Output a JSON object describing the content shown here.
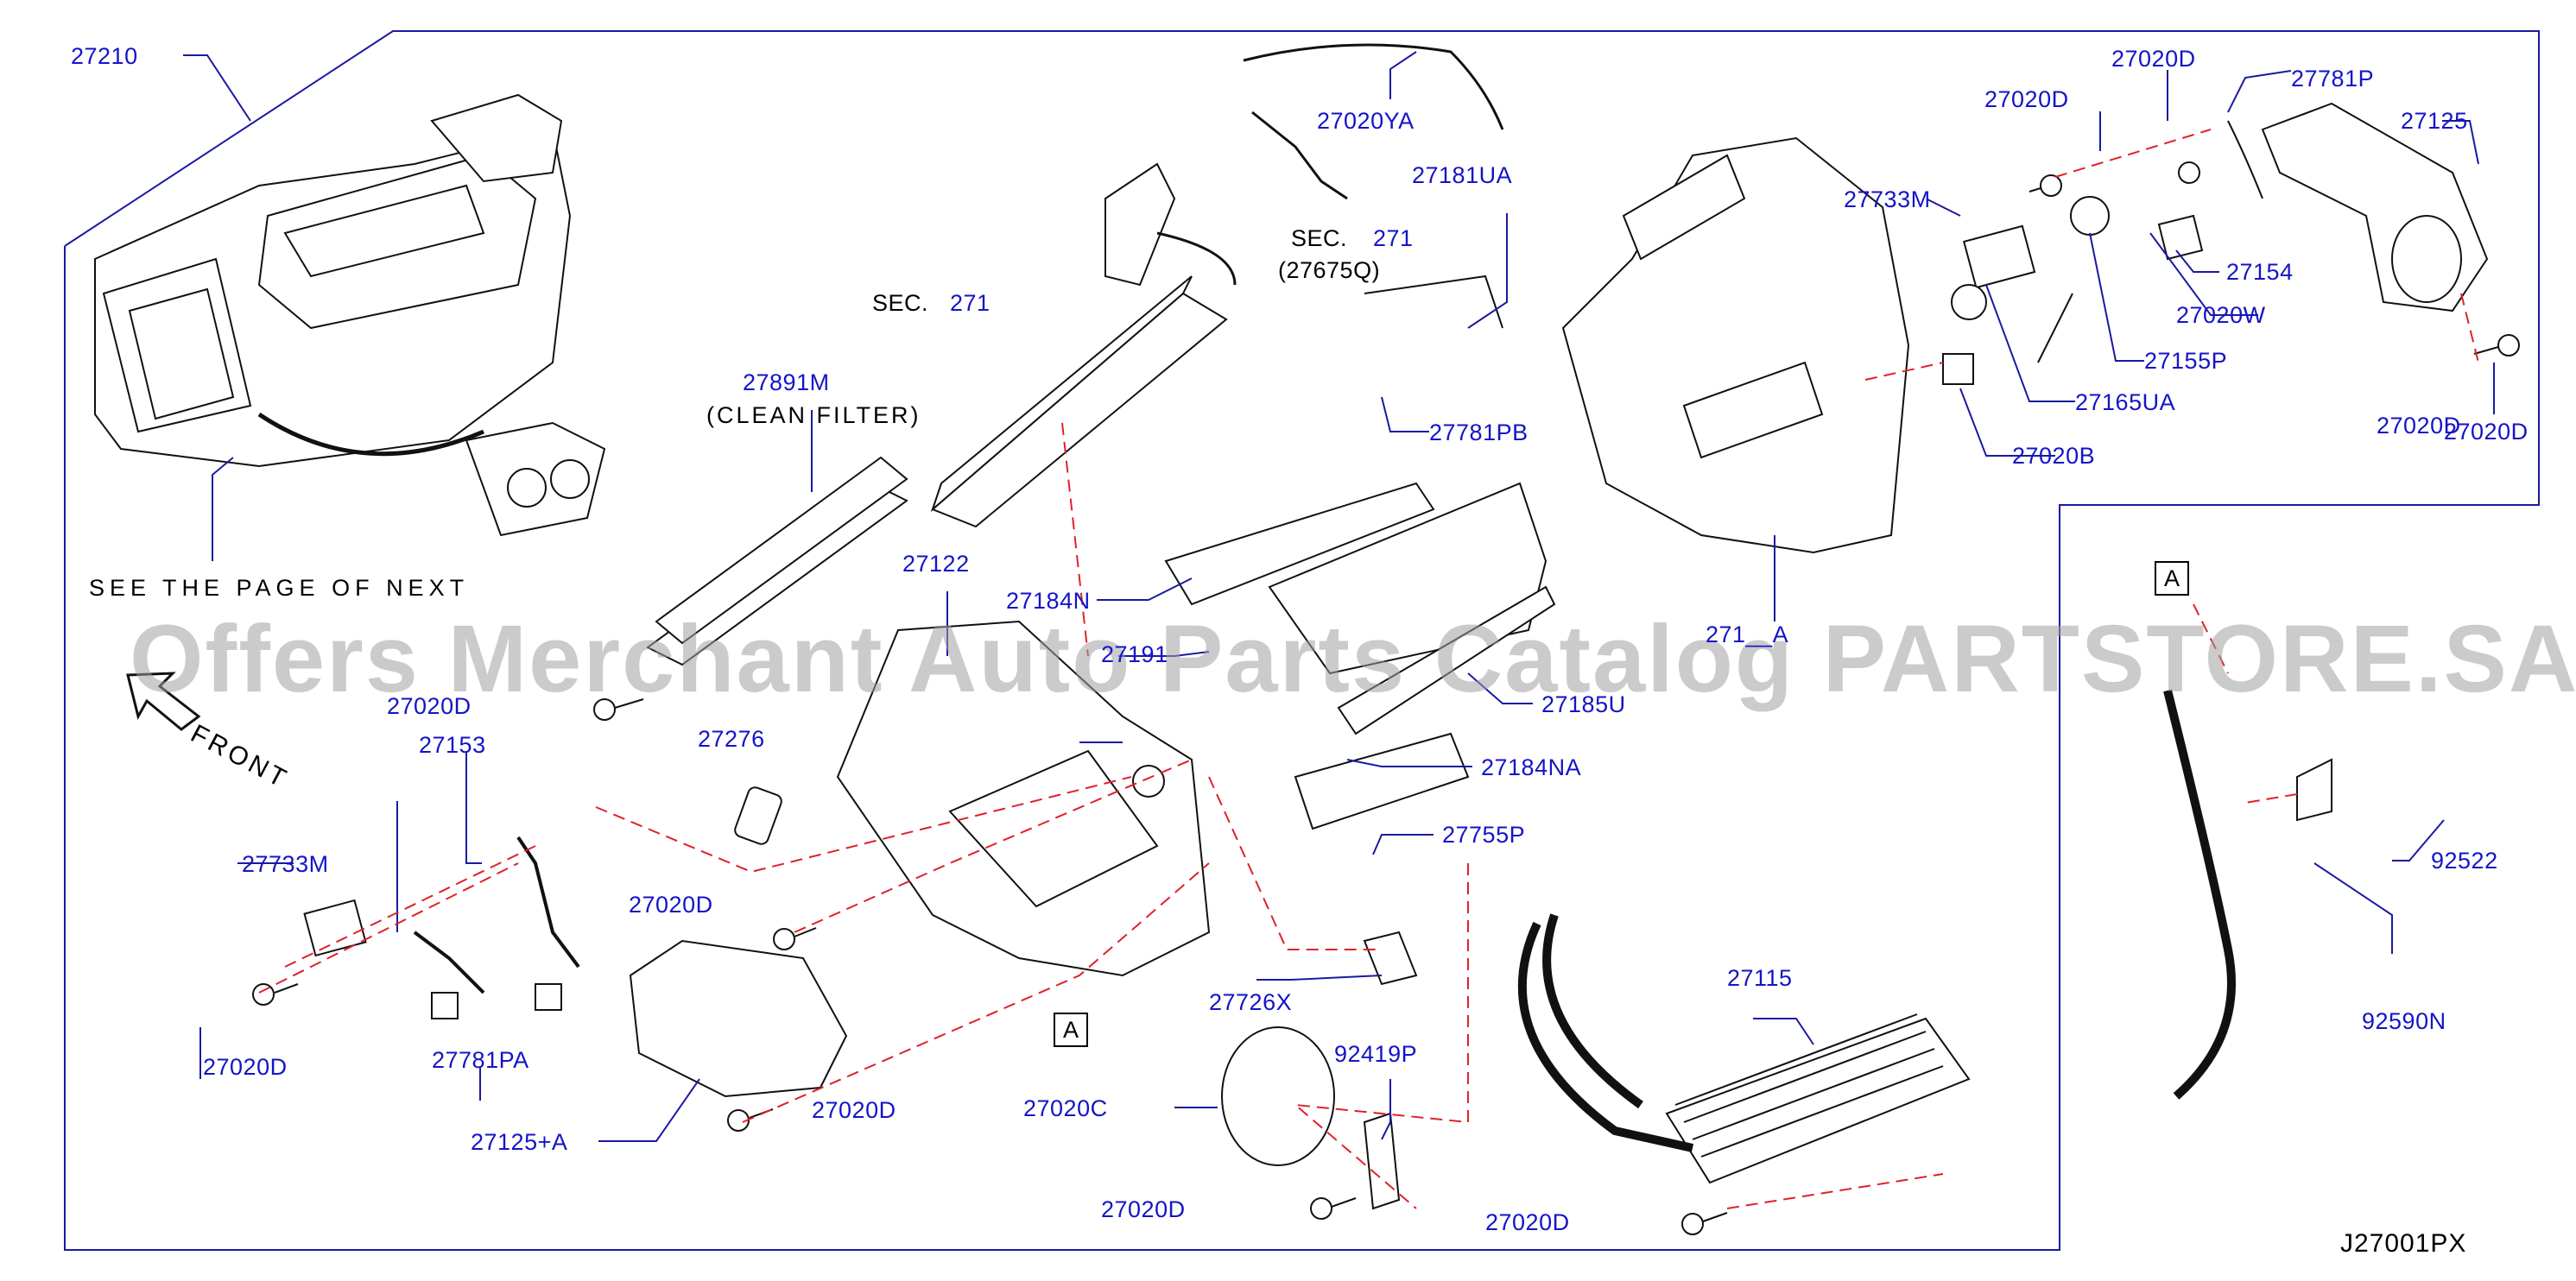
{
  "watermark": "Offers Merchant Auto Parts Catalog PARTSTORE.SA",
  "drawing_code": "J27001PX",
  "notes": {
    "see_page": "SEE THE PAGE OF NEXT",
    "front": "FRONT",
    "clean_filter": "(CLEAN FILTER)",
    "sec1_prefix": "SEC.",
    "sec1_num": "271",
    "sec2_prefix": "SEC.",
    "sec2_num": "271",
    "sec2_sub": "(27675Q)",
    "ref_a1": "A",
    "ref_a2": "A"
  },
  "parts": [
    "27210",
    "27020YA",
    "27181UA",
    "27891M",
    "27122",
    "27184N",
    "27185U",
    "27184NA",
    "27781PB",
    "27755P",
    "27115",
    "27726X",
    "92419P",
    "27020C",
    "27020D",
    "27276",
    "27153",
    "27733M",
    "27781PA",
    "27125+A",
    "27020D",
    "27020D",
    "27020D",
    "27020D",
    "27020D",
    "27020D",
    "27020D",
    "27020D",
    "27733M",
    "27781P",
    "27125",
    "27154",
    "27020W",
    "27155P",
    "27165UA",
    "27020B",
    "27020D",
    "92522",
    "92590N",
    "271__A",
    "27191"
  ],
  "colors": {
    "label": "#1414c8",
    "line": "#000000",
    "dashed": "#e0202a"
  }
}
